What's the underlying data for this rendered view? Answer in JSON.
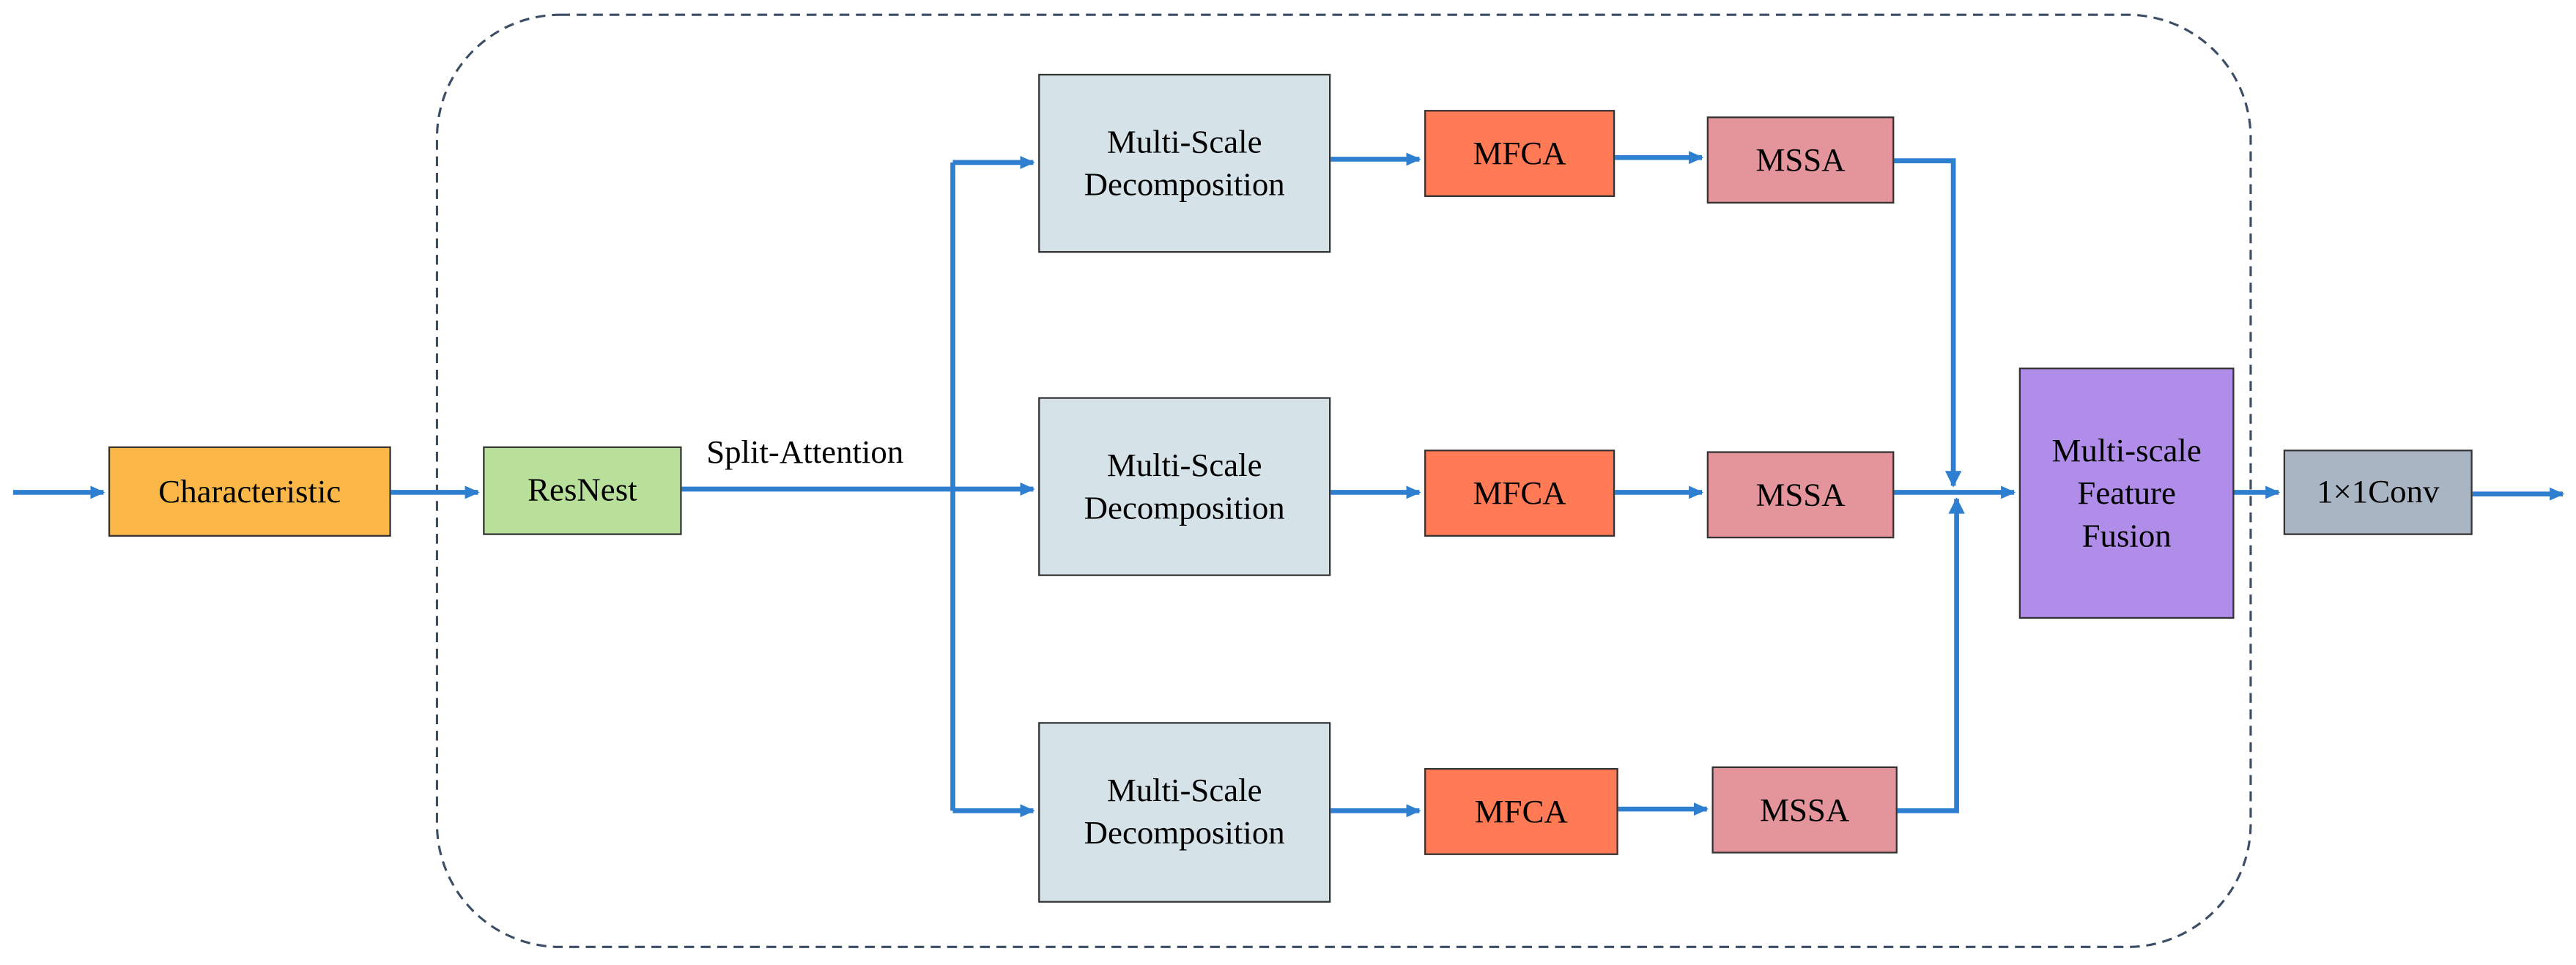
{
  "colors": {
    "arrow": "#2f7fd0",
    "characteristic": "#fbb848",
    "resnest": "#b8e09a",
    "decomposition": "#d5e3e8",
    "mfca": "#ff7a55",
    "mssa": "#e3959b",
    "fusion": "#b08de8",
    "conv": "#aab5c3",
    "dashed_border": "#3c4e66"
  },
  "nodes": {
    "characteristic": "Characteristic",
    "resnest": "ResNest",
    "split_attention": "Split-Attention",
    "branches": [
      {
        "decomposition": "Multi-Scale\nDecomposition",
        "mfca": "MFCA",
        "mssa": "MSSA"
      },
      {
        "decomposition": "Multi-Scale\nDecomposition",
        "mfca": "MFCA",
        "mssa": "MSSA"
      },
      {
        "decomposition": "Multi-Scale\nDecomposition",
        "mfca": "MFCA",
        "mssa": "MSSA"
      }
    ],
    "fusion": "Multi-scale\nFeature\nFusion",
    "conv": "1×1Conv"
  }
}
